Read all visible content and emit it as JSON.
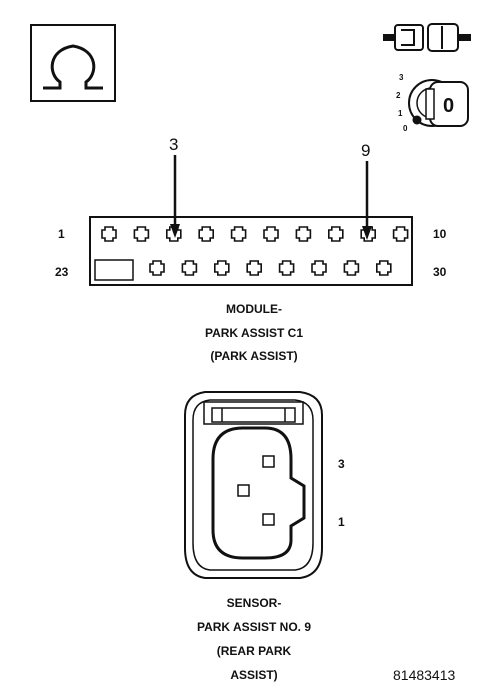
{
  "symbols": {
    "ohmmeter_icon": "ohm-symbol",
    "connector_icon": "disconnected-connector",
    "ignition_icon": "ignition-key-off",
    "ignition_positions": [
      "3",
      "2",
      "1",
      "0"
    ],
    "key_label": "0"
  },
  "module_connector": {
    "callouts": [
      "3",
      "9"
    ],
    "pin_labels": {
      "top_left": "1",
      "top_right": "10",
      "bottom_left": "23",
      "bottom_right": "30"
    },
    "top_row_cavities": 10,
    "bottom_row_cavities": 8,
    "caption_lines": [
      "MODULE-",
      "PARK ASSIST C1",
      "(PARK ASSIST)"
    ]
  },
  "sensor_connector": {
    "pin_labels": {
      "upper": "3",
      "lower": "1"
    },
    "caption_lines": [
      "SENSOR-",
      "PARK ASSIST NO. 9",
      "(REAR PARK",
      "ASSIST)"
    ]
  },
  "figure_number": "81483413"
}
